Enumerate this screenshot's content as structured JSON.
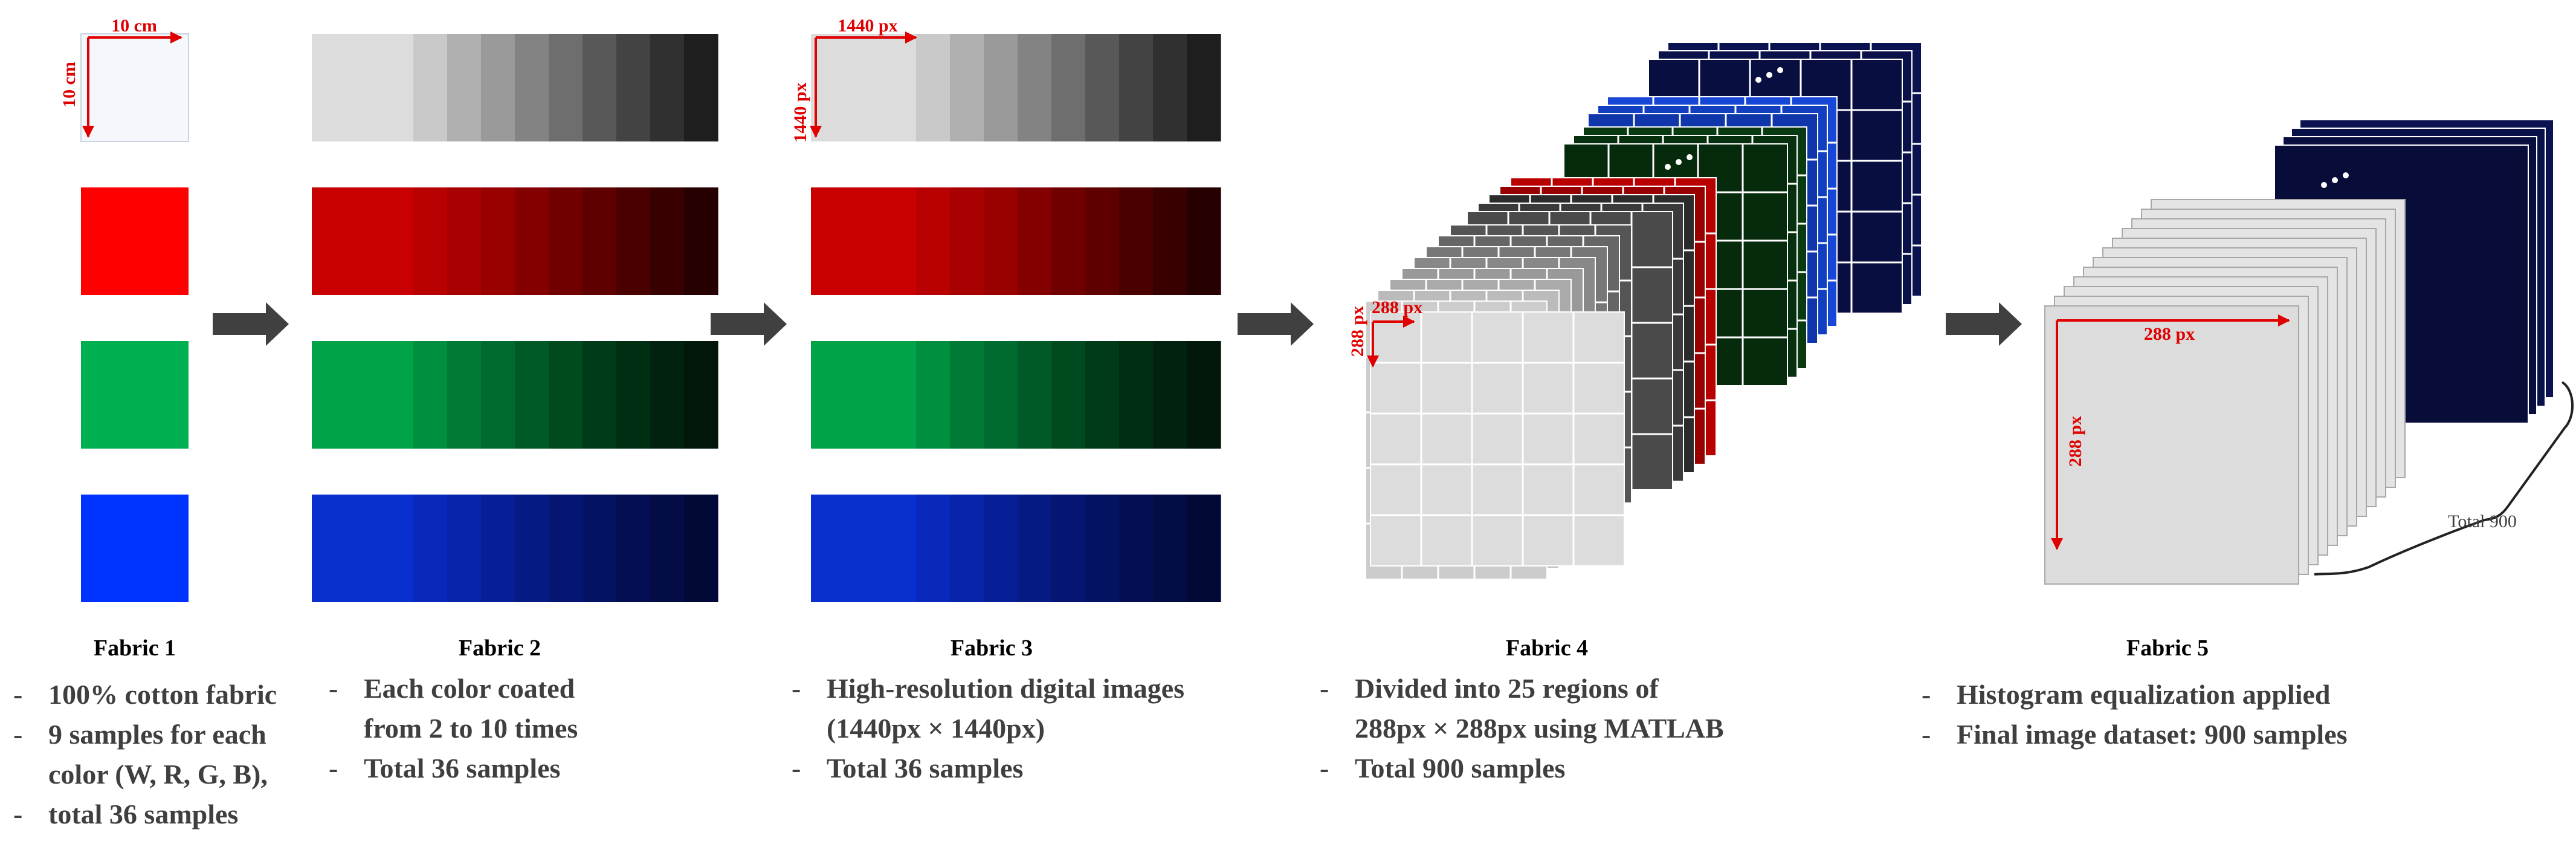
{
  "colors": {
    "accent_red": "#e00000",
    "arrow": "#404040",
    "navy": "#0a0f3a",
    "light_grey": "#dcdcdc"
  },
  "stages": [
    {
      "title": "Fabric 1",
      "bullets": [
        {
          "dash": "-",
          "text": "100% cotton fabric"
        },
        {
          "dash": "-",
          "text": "9 samples for each"
        },
        {
          "dash": "",
          "text": "color (W, R, G, B),"
        },
        {
          "dash": "-",
          "text": " total 36 samples"
        }
      ],
      "dim_w": "10 cm",
      "dim_h": "10 cm"
    },
    {
      "title": "Fabric 2",
      "bullets": [
        {
          "dash": "-",
          "text": "Each color coated"
        },
        {
          "dash": "",
          "text": "from 2 to 10 times"
        },
        {
          "dash": "-",
          "text": "Total 36 samples"
        }
      ]
    },
    {
      "title": "Fabric 3",
      "bullets": [
        {
          "dash": "-",
          "text": "High-resolution digital images"
        },
        {
          "dash": "",
          "text": "(1440px × 1440px)"
        },
        {
          "dash": "-",
          "text": "Total 36 samples"
        }
      ],
      "dim_w": "1440 px",
      "dim_h": "1440 px"
    },
    {
      "title": "Fabric 4",
      "bullets": [
        {
          "dash": "-",
          "text": "Divided into 25 regions of"
        },
        {
          "dash": "",
          "text": "288px × 288px using MATLAB"
        },
        {
          "dash": "-",
          "text": "Total 900 samples"
        }
      ],
      "dim_w": "288 px",
      "dim_h": "288 px"
    },
    {
      "title": "Fabric 5",
      "bullets": [
        {
          "dash": "-",
          "text": "Histogram equalization applied"
        },
        {
          "dash": "-",
          "text": "Final image dataset: 900 samples"
        }
      ],
      "dim_w": "288 px",
      "dim_h": "288 px",
      "brace_label": "Total 900"
    }
  ]
}
